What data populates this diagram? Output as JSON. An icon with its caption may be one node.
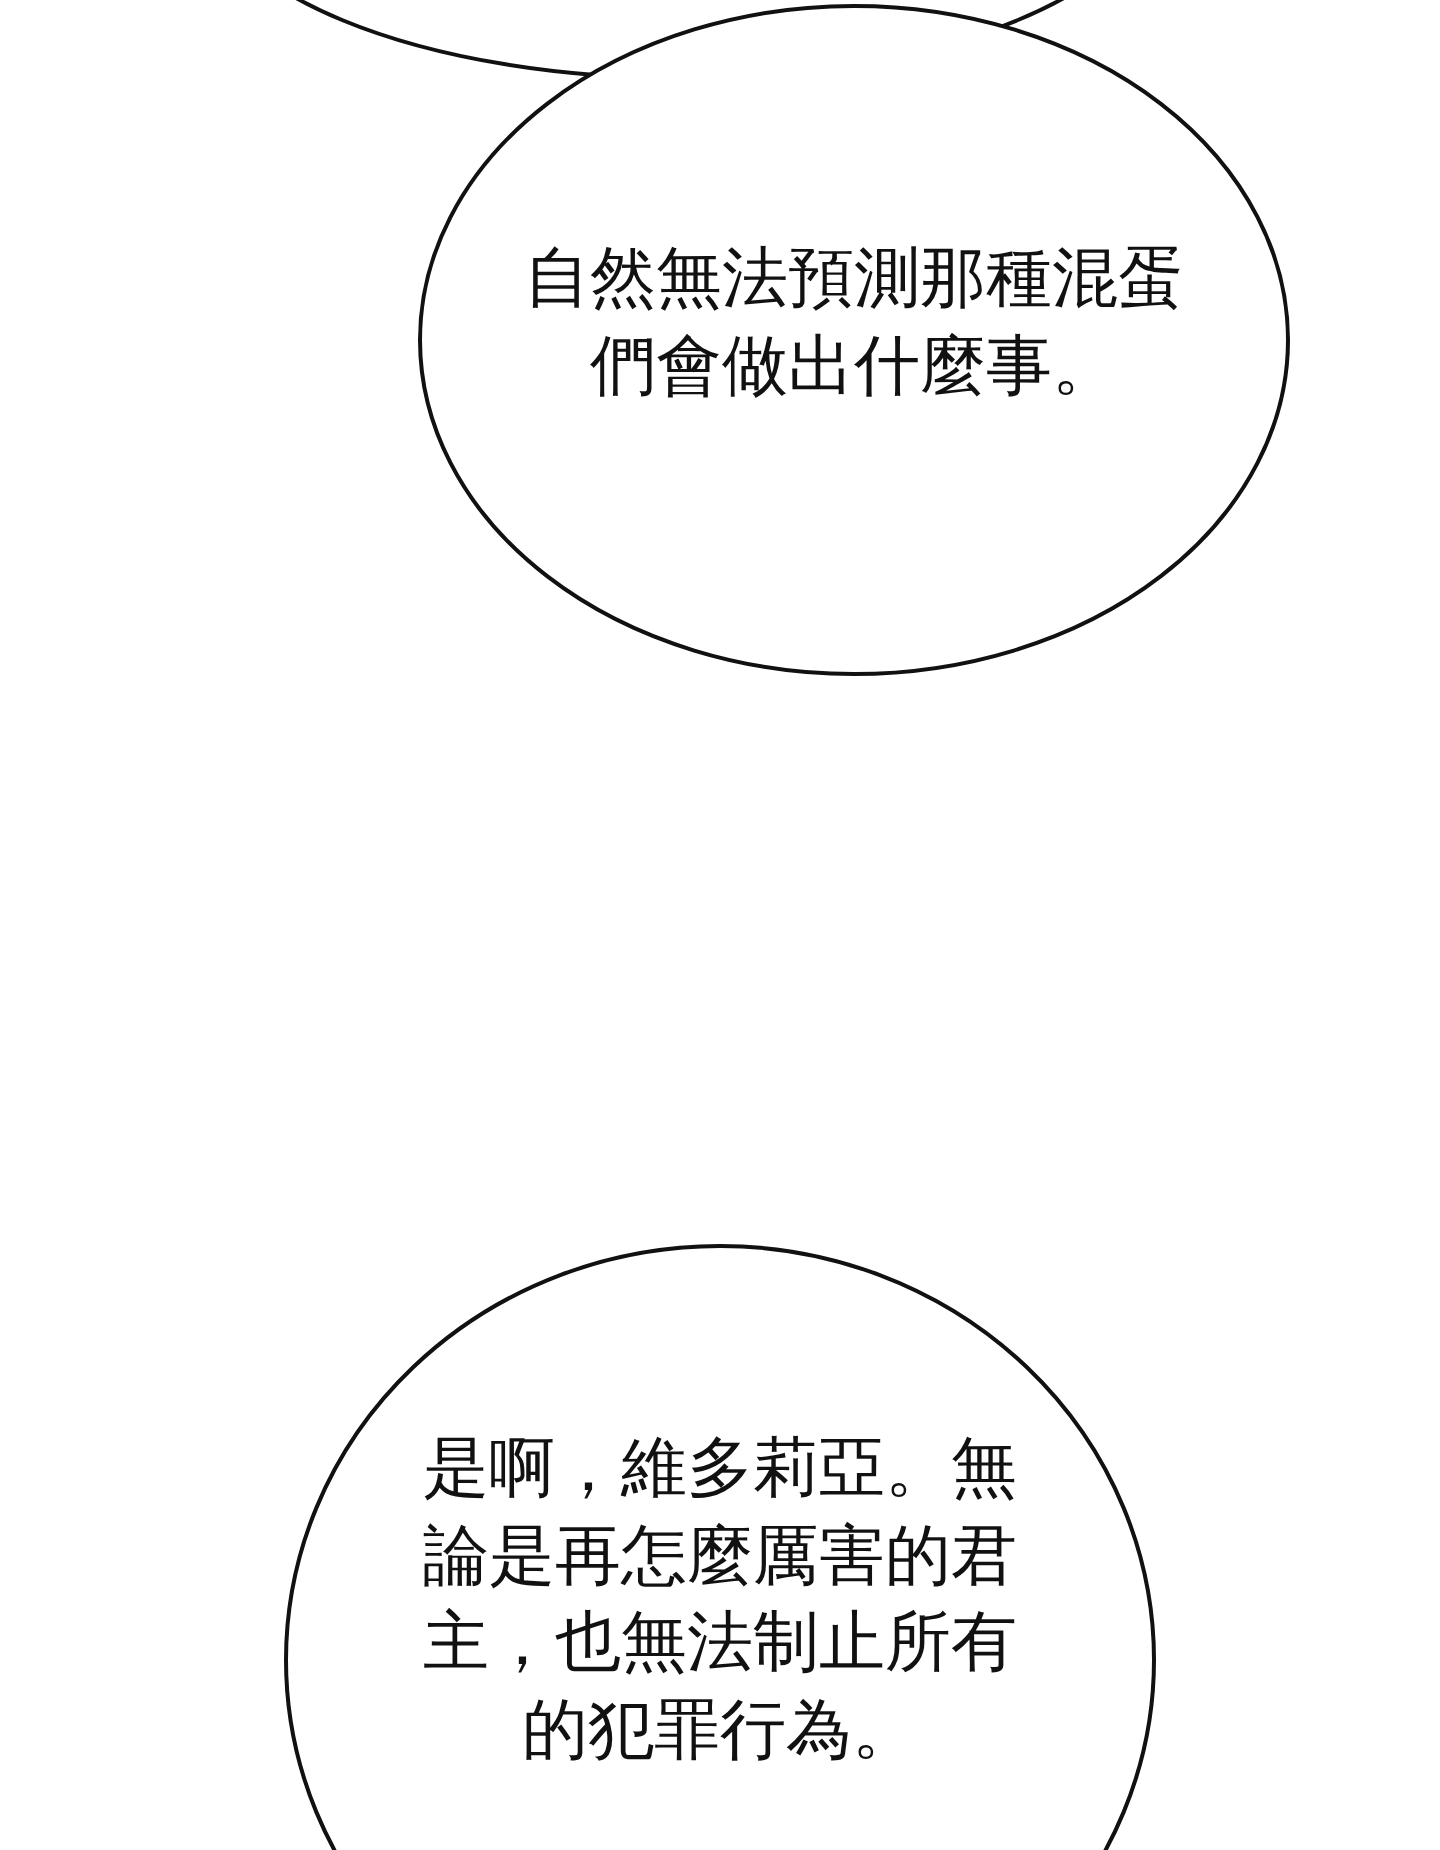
{
  "diagram": {
    "nodes": [
      {
        "text": [],
        "shape": "bubble"
      },
      {
        "text": [
          "自然無法預測那種混蛋們會做出什麼事。"
        ]
      },
      {
        "text": [
          "是啊，維多莉亞。無論是再怎麼厲害的君主，也無法制止所有的犯罪行為。"
        ]
      }
    ]
  }
}
